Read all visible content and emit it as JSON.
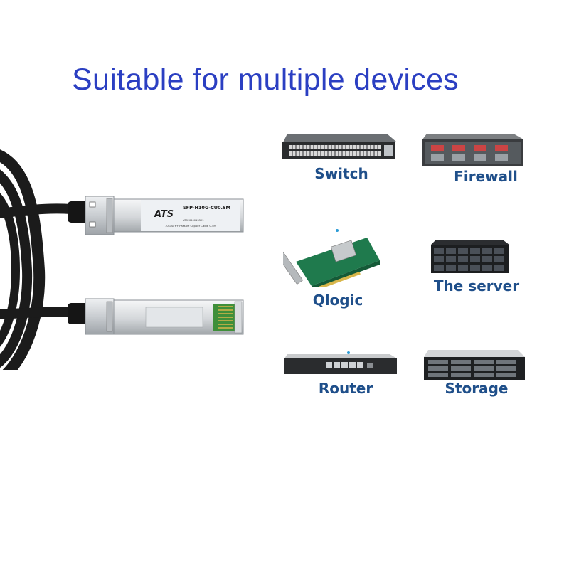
{
  "headline": "Suitable for multiple devices",
  "module": {
    "brand": "ATS",
    "model": "SFP-H10G-CU0.5M",
    "description": "10G SFP+ Passive Copper Cable 0.5M",
    "serial": "ATS2020013329"
  },
  "devices": [
    {
      "label": "Switch",
      "icon": "network-switch"
    },
    {
      "label": "Firewall",
      "icon": "firewall-appliance"
    },
    {
      "label": "Qlogic",
      "icon": "network-interface-card"
    },
    {
      "label": "The server",
      "icon": "rack-server"
    },
    {
      "label": "Router",
      "icon": "router"
    },
    {
      "label": "Storage",
      "icon": "storage-array"
    }
  ]
}
